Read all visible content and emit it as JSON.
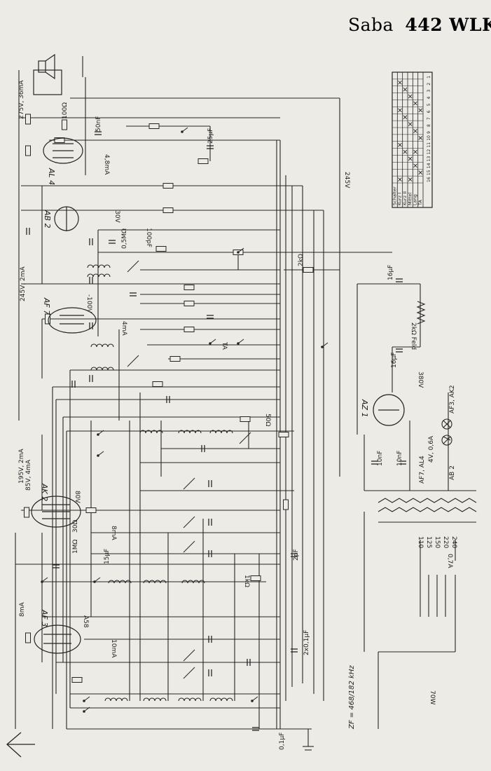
{
  "title": {
    "maker": "Saba",
    "model": "442 WLK"
  },
  "switch_table": {
    "rows": [
      "Schalter",
      "Kurz I",
      "Kurz II",
      "Mittel",
      "Lang",
      "TA"
    ],
    "columns": [
      "1",
      "2",
      "3",
      "4",
      "5",
      "6",
      "7",
      "8",
      "9",
      "10",
      "11",
      "12",
      "13",
      "14",
      "15",
      "16"
    ]
  },
  "tubes": [
    {
      "name": "AL 4"
    },
    {
      "name": "AB 2"
    },
    {
      "name": "AF 7"
    },
    {
      "name": "AK 2"
    },
    {
      "name": "AF 3"
    },
    {
      "name": "AZ 1"
    }
  ],
  "labels": {
    "al4_ratings": "275V, 36mA",
    "al4_current": "4,8mA",
    "ab2_volt": "30V",
    "af7_ratings": "245V, 2mA",
    "af7_grid": "-100V",
    "af7_current": "4mA",
    "ak2_ratings": "195V, 2mA",
    "ak2_screen": "85V, 4mA",
    "ak2_current": "8mA",
    "ak2_grid": "80V",
    "af3_current": "8mA",
    "af3_anode": "10mA",
    "af3_grid": "A58",
    "hv_245": "245V",
    "hv_380": "380V",
    "field": "2kΩ Feld",
    "zf": "ZF = 468/182 kHz",
    "caps_2x01": "2x0,1μF",
    "az1_heater": "4V, 0,6A",
    "heaters_a": "AF7, AL4",
    "heaters_b": "AF3, AK2",
    "heaters_c": "AB 2",
    "taps": [
      "110",
      "125",
      "150",
      "220",
      "240"
    ],
    "fuse": "0,7A",
    "power": "70W",
    "ta": "TA",
    "cap_16": "16μF",
    "cap_10nF": "10nF",
    "res_100": "100Ω",
    "res_50": "50Ω",
    "res_1k": "1kΩ",
    "res_2k": "2kΩ",
    "cap_2pF": "2pF",
    "cap_50nF": "50nF",
    "cap_100pF": "100pF",
    "cap_01": "0,1μF",
    "res_30": "30Ω",
    "res_1M": "1MΩ",
    "cap_25": "25μF",
    "res_05M": "0,5MΩ",
    "cap_15": "15μF"
  }
}
